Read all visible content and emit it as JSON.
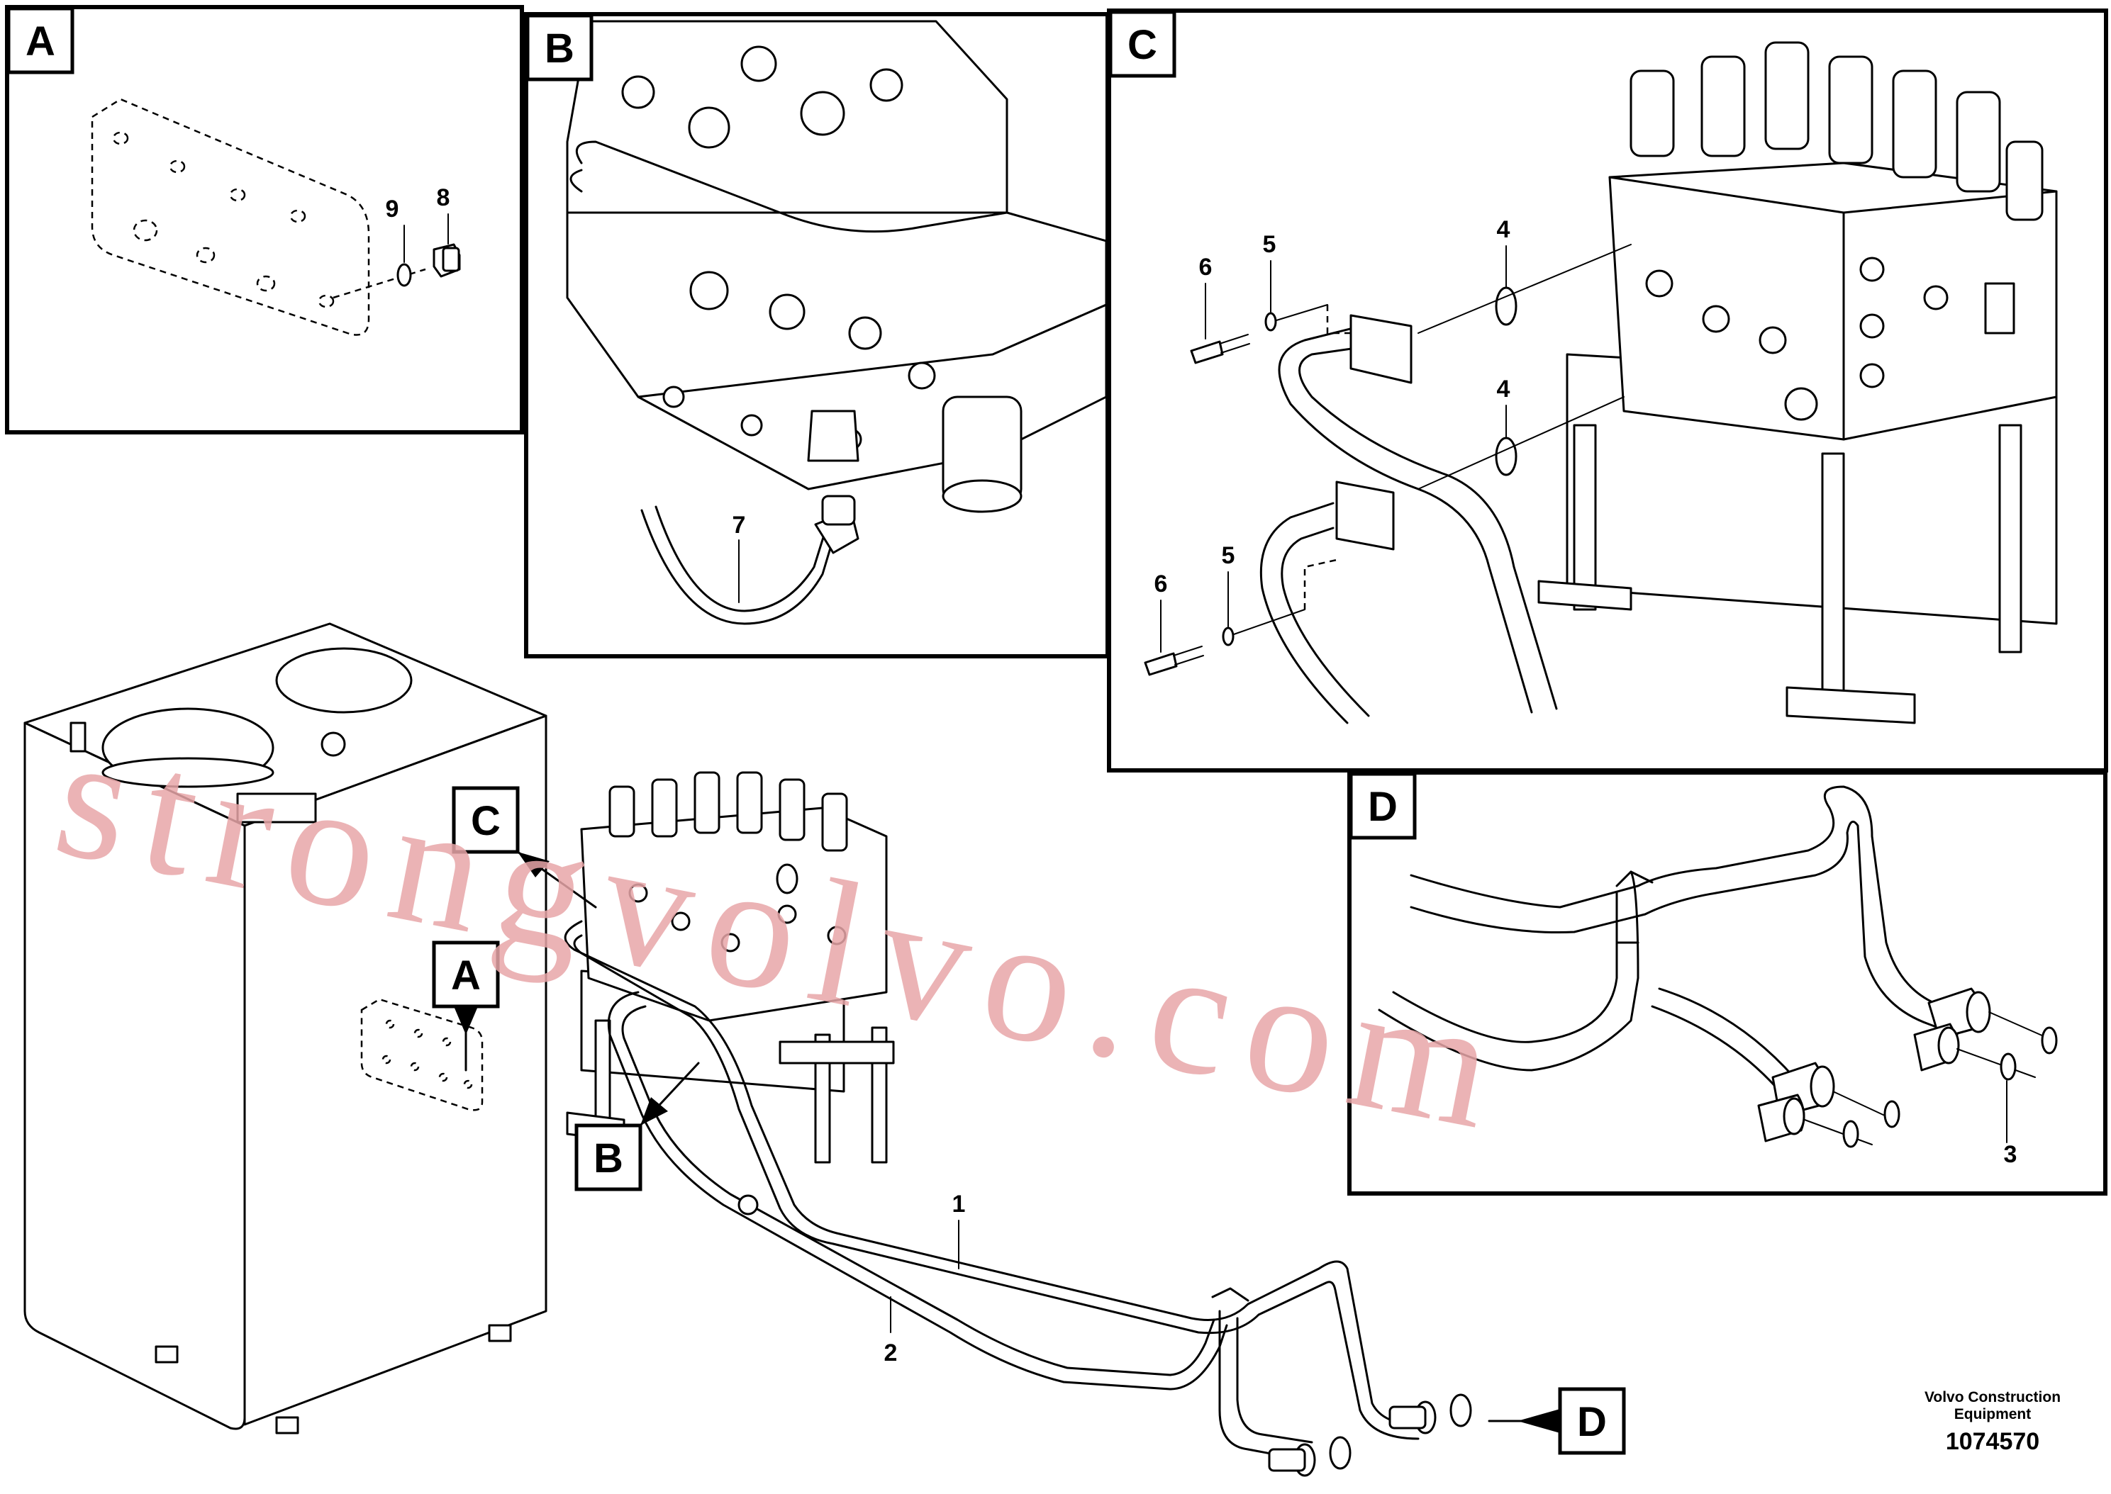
{
  "views": [
    {
      "id": "A",
      "label": "A"
    },
    {
      "id": "B",
      "label": "B"
    },
    {
      "id": "C",
      "label": "C"
    },
    {
      "id": "D",
      "label": "D"
    }
  ],
  "callouts": {
    "main_A": "A",
    "main_B": "B",
    "main_C": "C",
    "main_D": "D"
  },
  "item_numbers": {
    "n1": "1",
    "n2": "2",
    "n3": "3",
    "n4a": "4",
    "n4b": "4",
    "n5a": "5",
    "n5b": "5",
    "n6a": "6",
    "n6b": "6",
    "n7": "7",
    "n8": "8",
    "n9": "9"
  },
  "credit": {
    "line1": "Volvo Construction",
    "line2": "Equipment",
    "code": "1074570"
  },
  "watermark": "strongvolvo.com",
  "colors": {
    "line": "#000000",
    "background": "#ffffff",
    "watermark": "#e8a6a8"
  }
}
